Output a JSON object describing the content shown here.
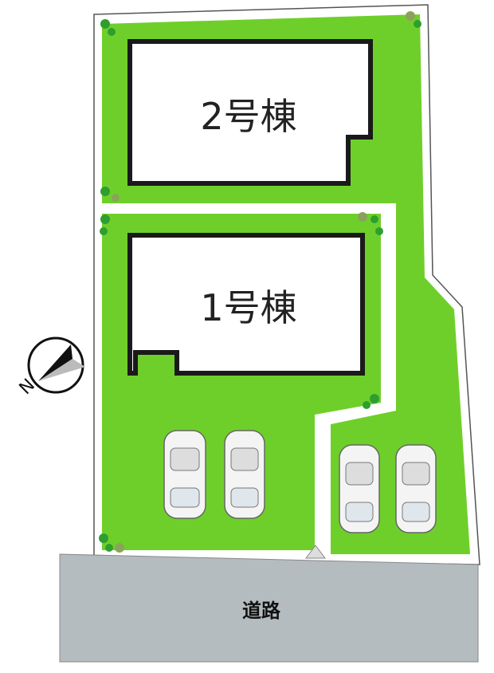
{
  "buildings": [
    {
      "label": "2号棟"
    },
    {
      "label": "1号棟"
    }
  ],
  "road": {
    "label": "道路"
  },
  "compass": {
    "label": "N",
    "icon": "north-arrow-icon"
  },
  "colors": {
    "lawn": "#6fcf2a",
    "road": "#b4bcbf",
    "building_outline": "#1a1a1a",
    "border": "#ffffff"
  },
  "parking_spaces": 4
}
